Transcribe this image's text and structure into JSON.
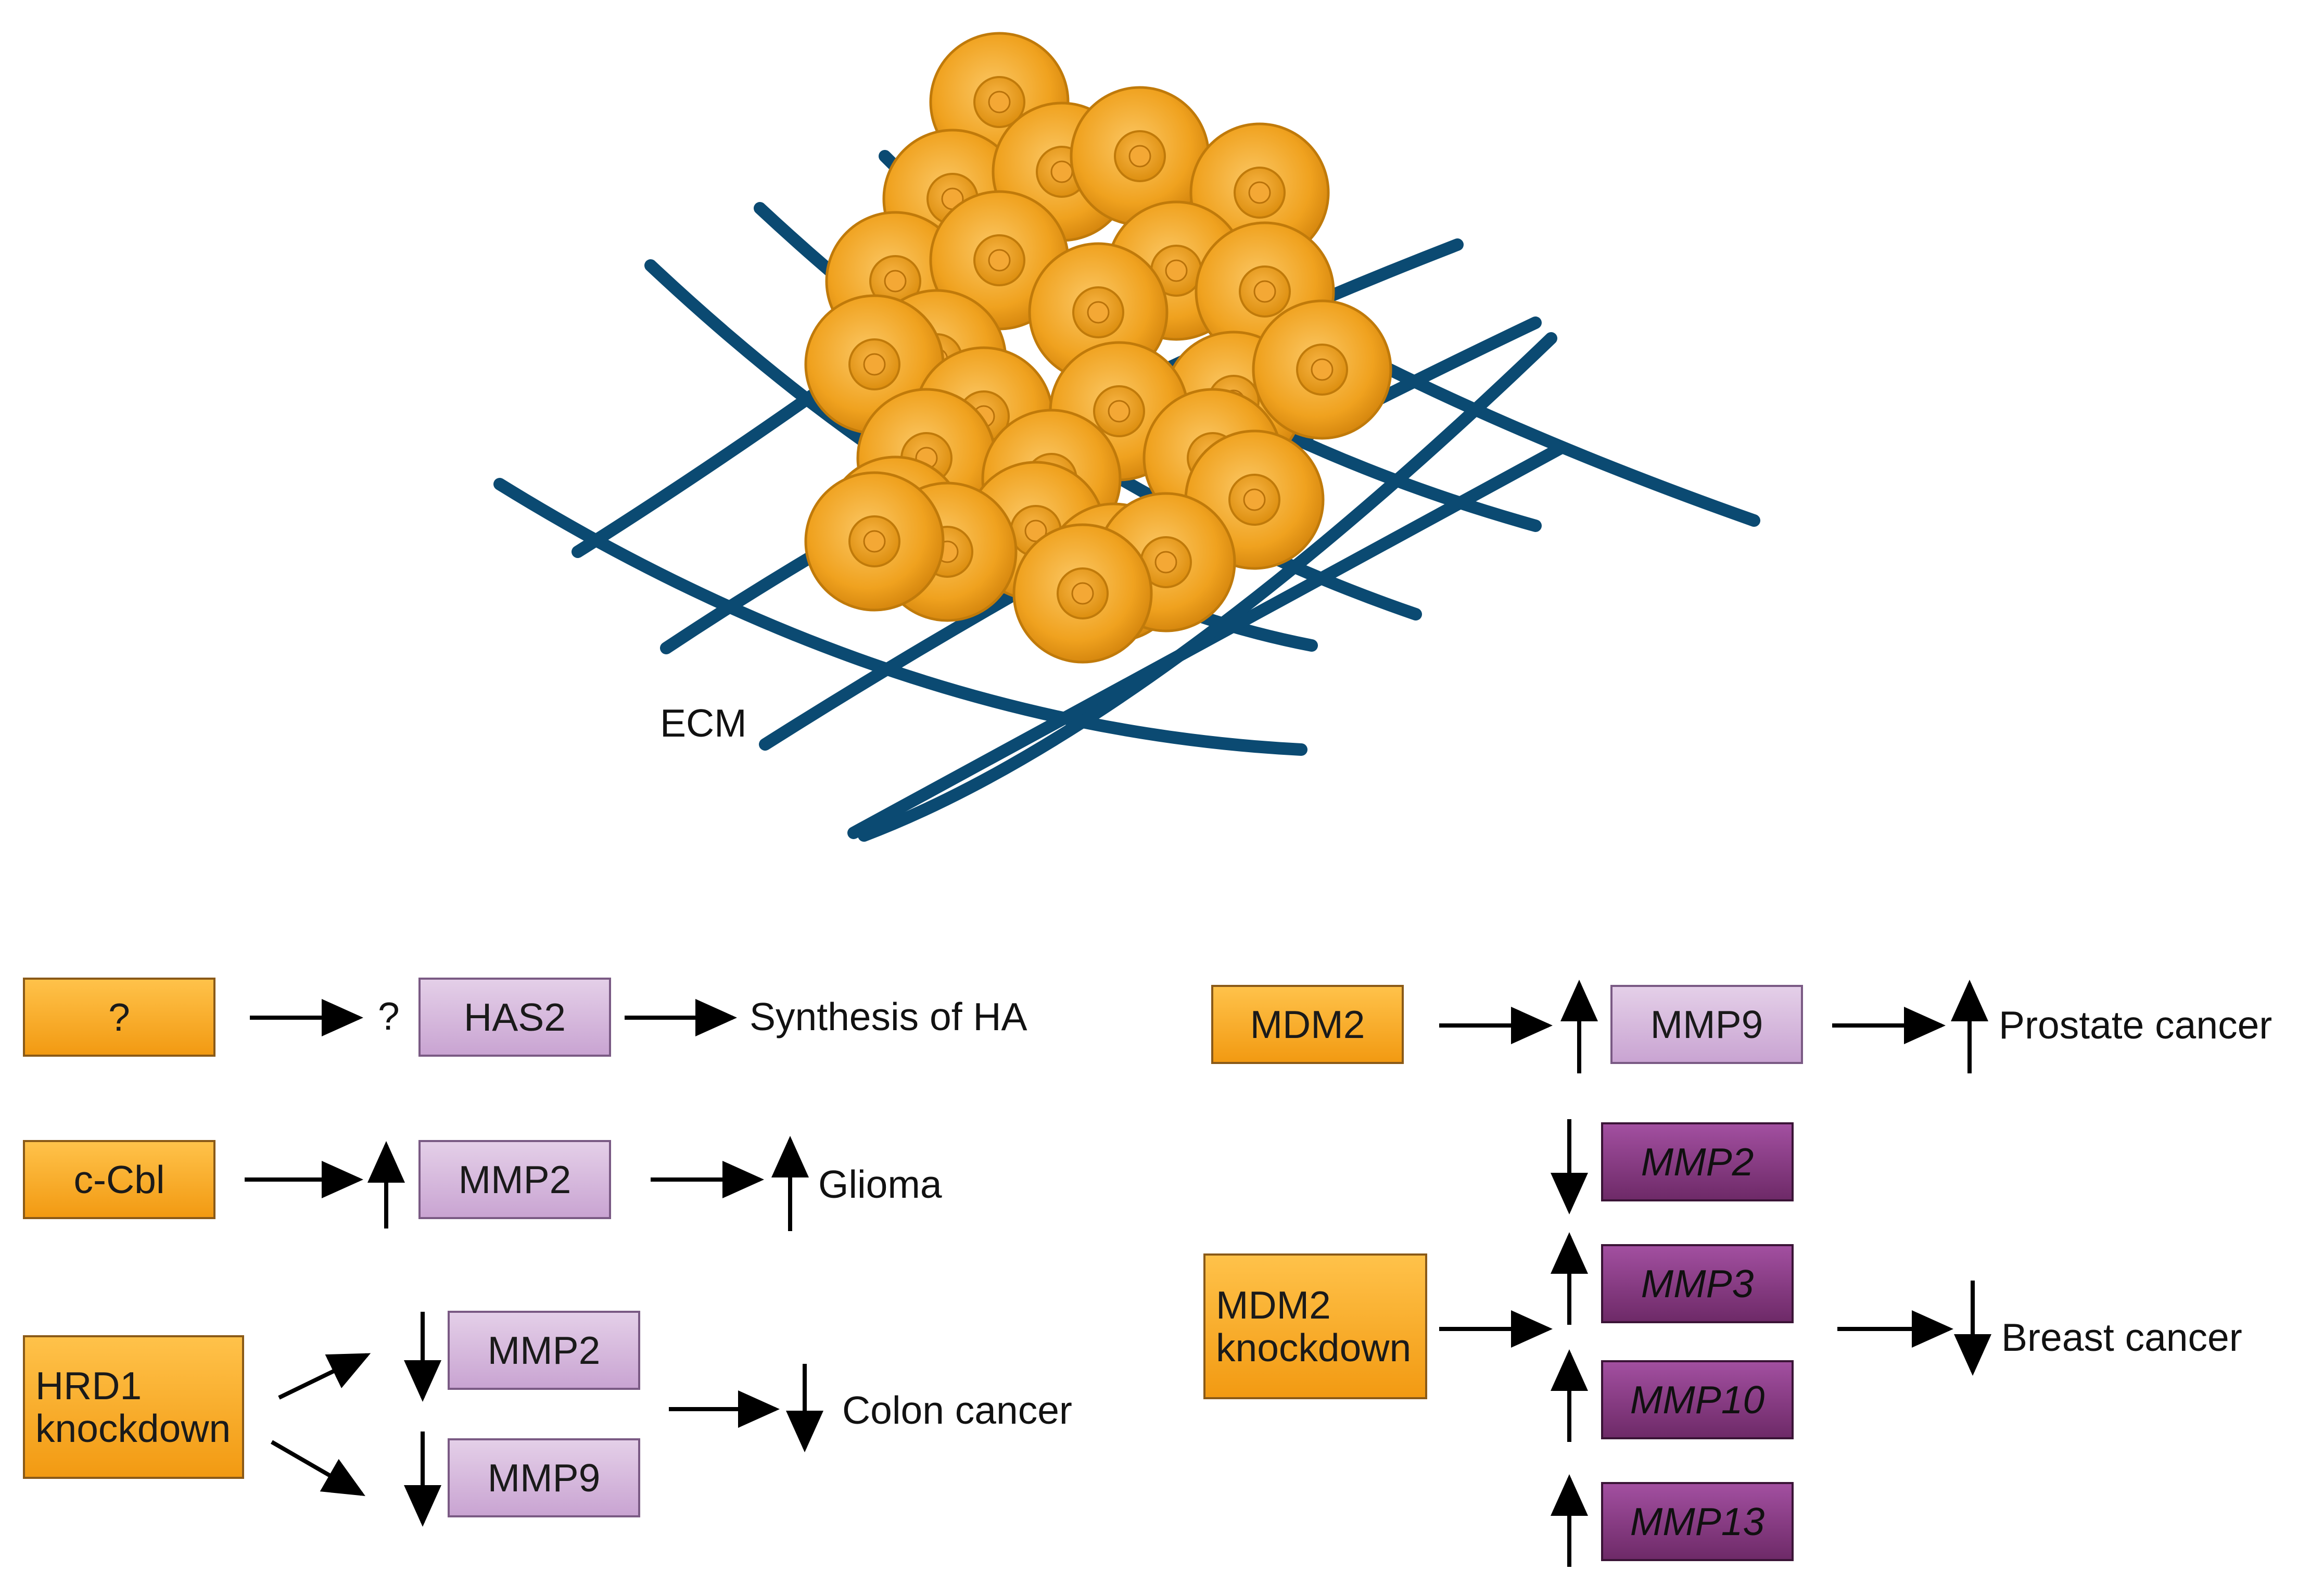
{
  "illustration": {
    "ecm_label": "ECM"
  },
  "left_panel": {
    "row1": {
      "regulator": "?",
      "mid_symbol": "?",
      "target": "HAS2",
      "outcome": "Synthesis of HA"
    },
    "row2": {
      "regulator": "c-Cbl",
      "target": "MMP2",
      "outcome": "Glioma"
    },
    "row3": {
      "regulator_line1": "HRD1",
      "regulator_line2": "knockdown",
      "target_a": "MMP2",
      "target_b": "MMP9",
      "outcome": "Colon cancer"
    }
  },
  "right_panel": {
    "row1": {
      "regulator": "MDM2",
      "target": "MMP9",
      "outcome": "Prostate cancer"
    },
    "row2": {
      "regulator_line1": "MDM2",
      "regulator_line2": "knockdown",
      "targets": [
        "MMP2",
        "MMP3",
        "MMP10",
        "MMP13"
      ],
      "outcome": "Breast cancer"
    }
  },
  "colors": {
    "cell_orange": "#f2a21e",
    "ecm_blue": "#0b4a72",
    "regulator_orange": "#f7a822",
    "target_lavender": "#d4b3dc",
    "target_dark_purple": "#8a3a86"
  },
  "icons": [
    "tumor-cell-cluster",
    "ecm-mesh",
    "arrow-right",
    "arrow-up",
    "arrow-down"
  ]
}
